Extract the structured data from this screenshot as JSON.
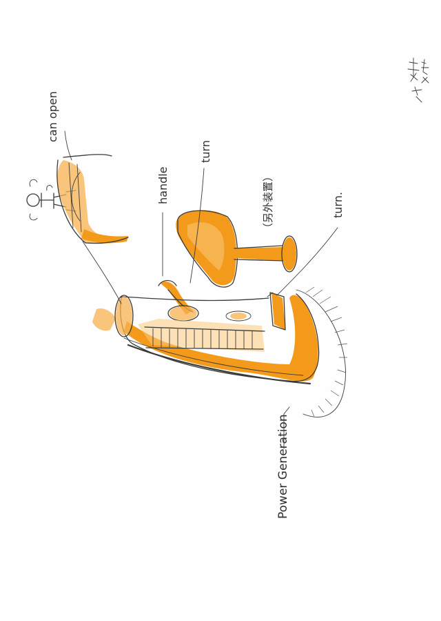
{
  "annotations": {
    "can_open": "can open",
    "handle": "handle",
    "turn_top": "turn",
    "chinese_note": "（另外装置）",
    "turn_right": "turn.",
    "power_generation": "Power Generation"
  },
  "signature": "書鵬",
  "colors": {
    "marker_orange": "#f39a1b",
    "ink": "#3a3a3a",
    "paper": "#fefefe"
  }
}
